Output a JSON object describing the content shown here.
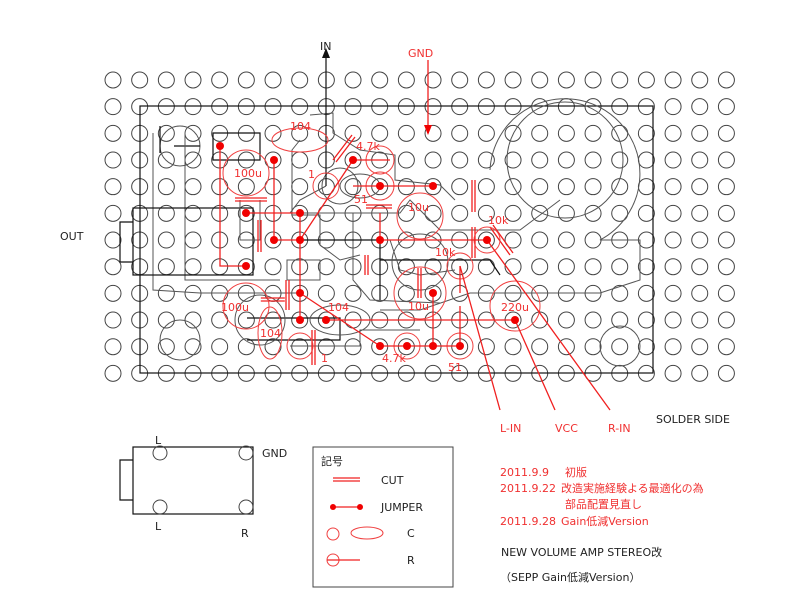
{
  "labels": {
    "in": "IN",
    "gnd": "GND",
    "out": "OUT",
    "solder_side": "SOLDER SIDE",
    "l_in": "L-IN",
    "vcc": "VCC",
    "r_in": "R-IN"
  },
  "components": {
    "c104_top": "104",
    "r47k_top": "4.7k",
    "c100u_top": "100u",
    "r1_top": "1",
    "r51_top": "51",
    "c10u_top": "10u",
    "r10k_a": "10k",
    "r10k_b": "10k",
    "c10u_bot": "10u",
    "c220u": "220u",
    "c100u_bot": "100u",
    "c104_mid": "104",
    "c104_bot": "104",
    "r1_bot": "1",
    "r47k_bot": "4.7k",
    "r51_bot": "51"
  },
  "jack": {
    "l_top": "L",
    "gnd": "GND",
    "l_bot": "L",
    "r": "R"
  },
  "legend": {
    "title": "記号",
    "cut": "CUT",
    "jumper": "JUMPER",
    "c": "C",
    "r": "R"
  },
  "revisions": [
    {
      "date": "2011.9.9",
      "text": "初版"
    },
    {
      "date": "2011.9.22",
      "text": "改造実施経験よる最適化の為"
    },
    {
      "date": "",
      "text": "部品配置見直し"
    },
    {
      "date": "2011.9.28",
      "text": "Gain低減Version"
    }
  ],
  "title": "NEW VOLUME AMP STEREO改",
  "subtitle": "（SEPP Gain低減Version）",
  "colors": {
    "accent": "#f03030",
    "line": "#222222"
  }
}
